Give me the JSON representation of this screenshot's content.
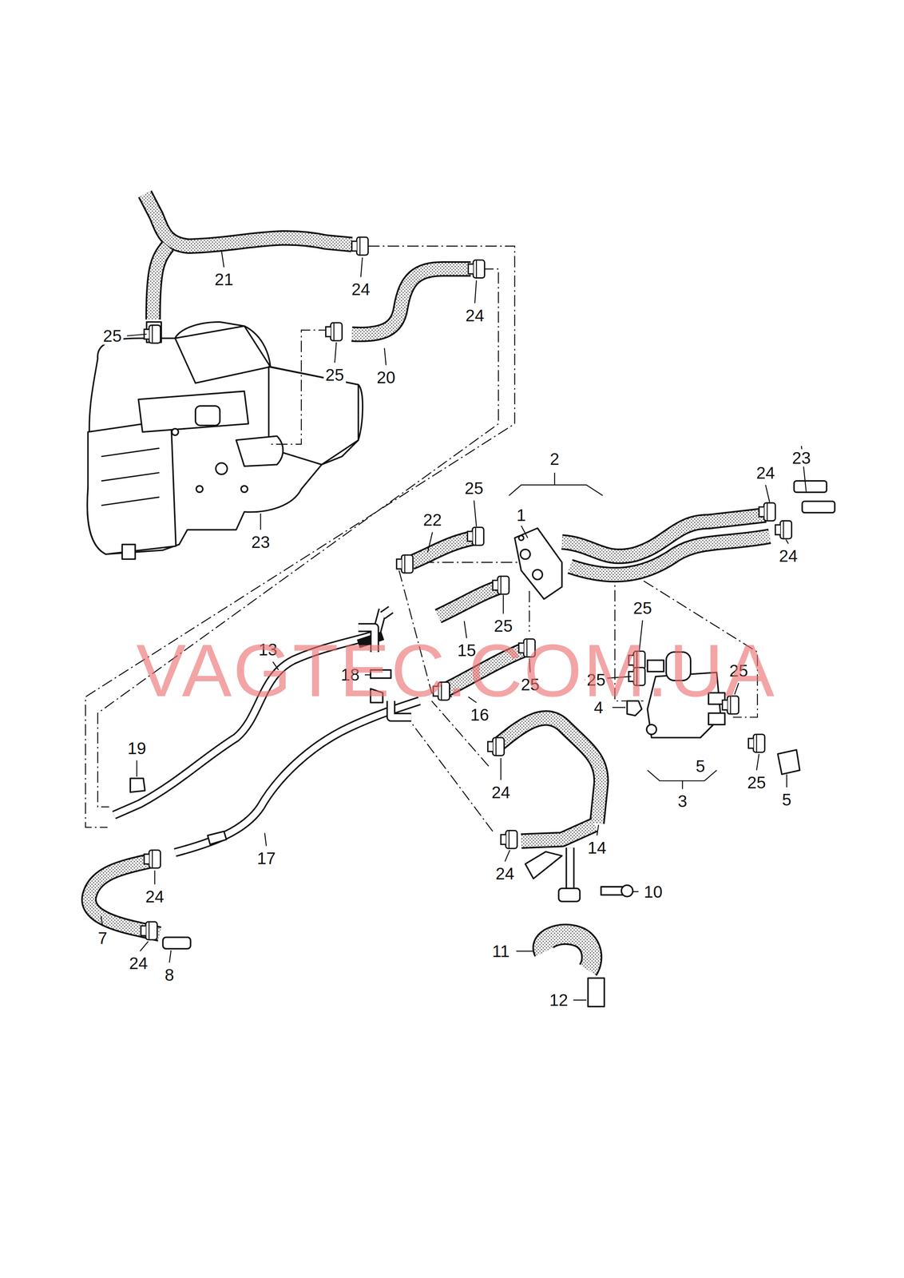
{
  "diagram": {
    "labels": [
      "21",
      "24",
      "24",
      "25",
      "25",
      "20",
      "2",
      "23",
      "24",
      "25",
      "1",
      "22",
      "23",
      "24",
      "25",
      "25",
      "13",
      "15",
      "18",
      "25",
      "25",
      "25",
      "4",
      "16",
      "19",
      "5",
      "3",
      "25",
      "5",
      "24",
      "14",
      "24",
      "17",
      "10",
      "24",
      "7",
      "24",
      "11",
      "8",
      "12",
      "VAGTEC.COM.UA"
    ]
  }
}
